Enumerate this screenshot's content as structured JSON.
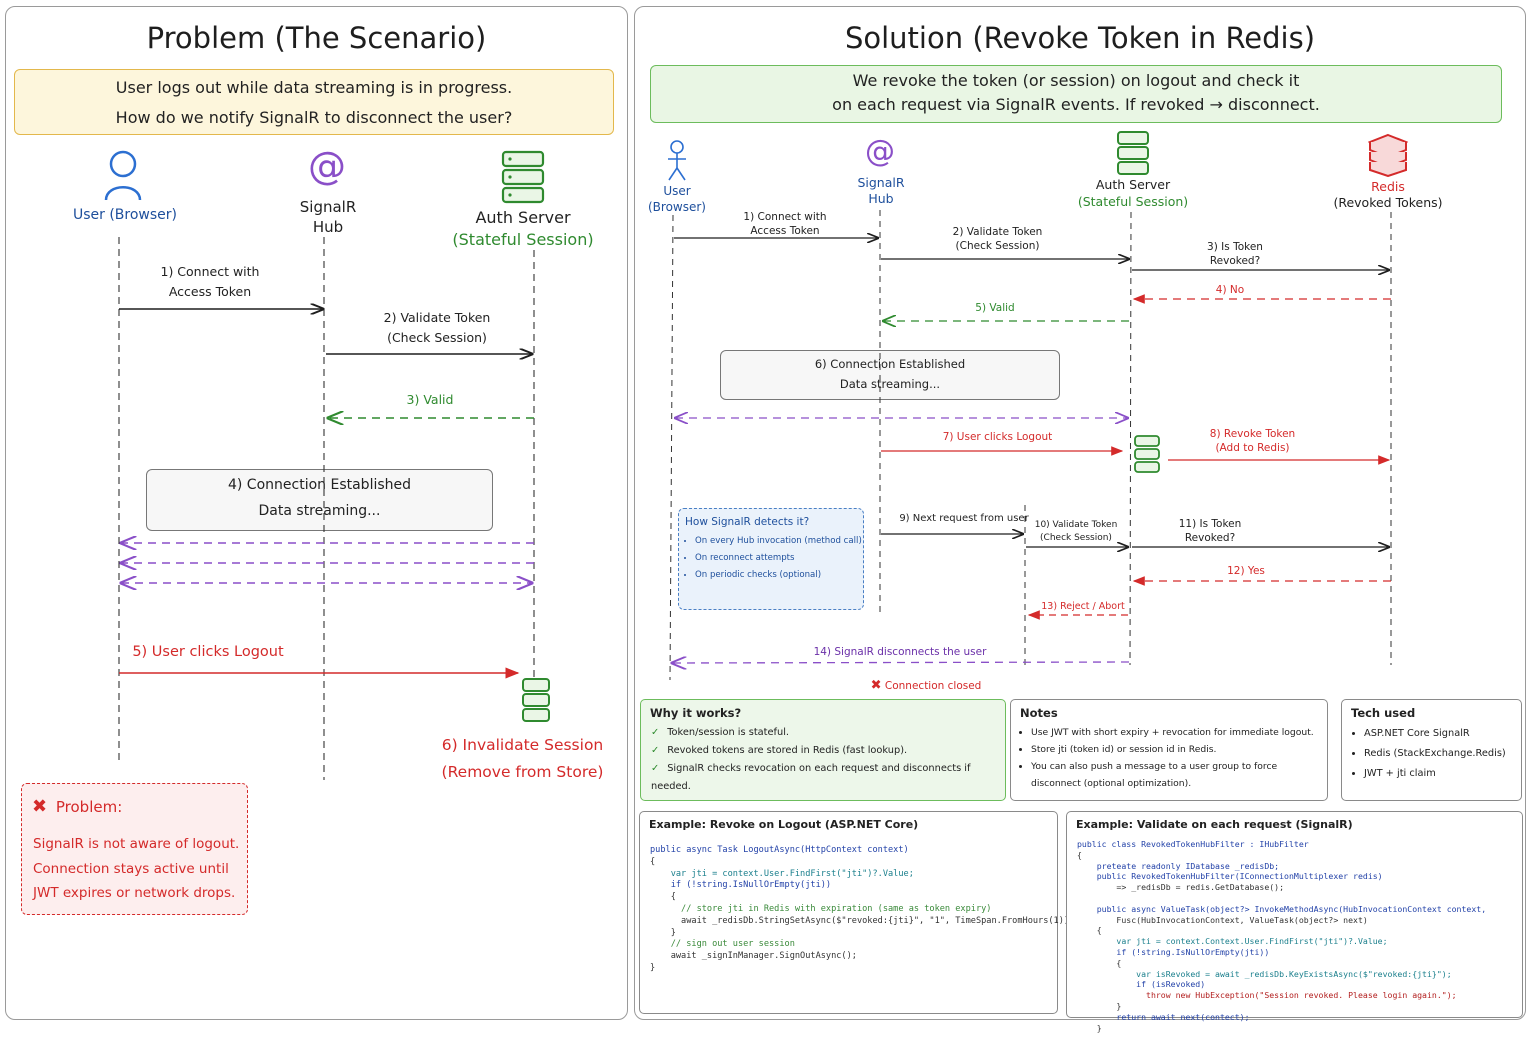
{
  "left": {
    "title": "Problem (The Scenario)",
    "banner": [
      "User logs out while data streaming is in progress.",
      "How do we notify SignalR to disconnect the user?"
    ],
    "actors": {
      "user": "User (Browser)",
      "hub": [
        "SignalR",
        "Hub"
      ],
      "auth": [
        "Auth Server",
        "(Stateful Session)"
      ]
    },
    "messages": {
      "m1": [
        "1) Connect with",
        "Access Token"
      ],
      "m2": [
        "2) Validate Token",
        "(Check Session)"
      ],
      "m3": "3) Valid",
      "m4": [
        "4) Connection Established",
        "Data streaming..."
      ],
      "m5": "5) User clicks Logout",
      "m6": [
        "6) Invalidate Session",
        "(Remove from Store)"
      ]
    },
    "problem": {
      "title": "Problem:",
      "lines": [
        "SignalR is not aware of logout.",
        "Connection stays active until",
        "JWT expires or network drops."
      ]
    }
  },
  "right": {
    "title": "Solution (Revoke Token in Redis)",
    "banner": [
      "We revoke the token (or session) on logout and check it",
      "on each request via SignalR events. If revoked → disconnect."
    ],
    "actors": {
      "user": [
        "User",
        "(Browser)"
      ],
      "hub": [
        "SignalR",
        "Hub"
      ],
      "auth": [
        "Auth Server",
        "(Stateful Session)"
      ],
      "redis": [
        "Redis",
        "(Revoked Tokens)"
      ]
    },
    "messages": {
      "m1": [
        "1) Connect with",
        "Access Token"
      ],
      "m2": [
        "2) Validate Token",
        "(Check Session)"
      ],
      "m3": [
        "3) Is Token",
        "Revoked?"
      ],
      "m4": "4) No",
      "m5": "5) Valid",
      "m6": [
        "6) Connection Established",
        "Data streaming..."
      ],
      "m7": "7) User clicks Logout",
      "m8": [
        "8) Revoke Token",
        "(Add to Redis)"
      ],
      "m9": "9) Next request from user",
      "m10": [
        "10) Validate Token",
        "(Check Session)"
      ],
      "m11": [
        "11) Is Token",
        "Revoked?"
      ],
      "m12": "12) Yes",
      "m13": "13) Reject / Abort",
      "m14": "14) SignalR disconnects the user",
      "closed": "Connection closed"
    },
    "detects": {
      "title": "How SignalR detects it?",
      "items": [
        "On every Hub invocation (method call)",
        "On reconnect attempts",
        "On periodic checks (optional)"
      ]
    },
    "why": {
      "title": "Why it works?",
      "items": [
        "Token/session is stateful.",
        "Revoked tokens are stored in Redis (fast lookup).",
        "SignalR checks revocation on each request and disconnects if needed."
      ]
    },
    "notes": {
      "title": "Notes",
      "items": [
        "Use JWT with short expiry + revocation for immediate logout.",
        "Store jti (token id) or session id in Redis.",
        "You can also push a message to a user group to force disconnect (optional optimization)."
      ]
    },
    "tech": {
      "title": "Tech used",
      "items": [
        "ASP.NET Core SignalR",
        "Redis (StackExchange.Redis)",
        "JWT + jti claim"
      ]
    },
    "code1": {
      "title": "Example: Revoke on Logout (ASP.NET Core)",
      "lines": [
        "public async Task LogoutAsync(HttpContext context)",
        "{",
        "    var jti = context.User.FindFirst(\"jti\")?.Value;",
        "    if (!string.IsNullOrEmpty(jti))",
        "    {",
        "      // store jti in Redis with expiration (same as token expiry)",
        "      await _redisDb.StringSetAsync($\"revoked:{jti}\", \"1\", TimeSpan.FromHours(1));",
        "    }",
        "    // sign out user session",
        "    await _signInManager.SignOutAsync();",
        "}"
      ]
    },
    "code2": {
      "title": "Example: Validate on each request (SignalR)",
      "lines": [
        "public class RevokedTokenHubFilter : IHubFilter",
        "{",
        "    preteate readonly IDatabase _redisDb;",
        "    public RevokedTokenHubFilter(IConnectionMultiplexer redis)",
        "        => _redisDb = redis.GetDatabase();",
        "",
        "    public async ValueTask(object?> InvokeMethodAsync(HubInvocationContext context,",
        "        Fusc(HubInvocationContext, ValueTask(object?> next)",
        "    {",
        "        var jti = context.Context.User.FindFirst(\"jti\")?.Value;",
        "        if (!string.IsNullOrEmpty(jti))",
        "        {",
        "            var isRevoked = await _redisDb.KeyExistsAsync($\"revoked:{jti}\");",
        "            if (isRevoked)",
        "              throw new HubException(\"Session revoked. Please login again.\");",
        "        }",
        "        return await next(contect);",
        "    }"
      ]
    }
  },
  "colors": {
    "black": "#1e1e1e",
    "green": "#2f8a2f",
    "purple": "#8a4fc8",
    "red": "#d42a2a",
    "blue": "#1e4f9c",
    "banner_yellow": "#fdf6dc",
    "banner_yellow_border": "#e3b84c",
    "banner_green": "#e9f6e4",
    "banner_green_border": "#6cbc5c"
  }
}
